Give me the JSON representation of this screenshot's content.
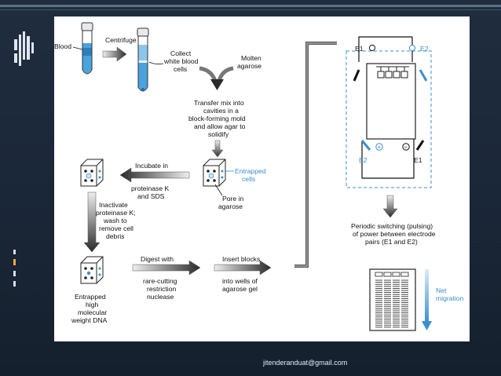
{
  "diagram": {
    "labels": {
      "blood": "Blood",
      "centrifuge": "Centrifuge",
      "collect": [
        "Collect",
        "white blood",
        "cells"
      ],
      "molten": [
        "Molten",
        "agarose"
      ],
      "transfer": [
        "Transfer mix into",
        "cavities in a",
        "block-forming mold",
        "and allow agar to",
        "solidify"
      ],
      "incubate": [
        "Incubate in",
        "proteinase K",
        "and SDS"
      ],
      "entrapped_cells": [
        "Entrapped",
        "cells"
      ],
      "pore": [
        "Pore in",
        "agarose"
      ],
      "inactivate": [
        "Inactivate",
        "proteinase K;",
        "wash to",
        "remove cell",
        "debris"
      ],
      "entrapped_dna": [
        "Entrapped",
        "high",
        "molecular",
        "weight DNA"
      ],
      "digest": [
        "Digest with",
        "rare-cutting",
        "restriction",
        "nuclease"
      ],
      "insert": [
        "Insert blocks",
        "into wells of",
        "agarose gel"
      ],
      "periodic": [
        "Periodic switching (pulsing)",
        "of power between electrode",
        "pairs (E1 and E2)"
      ],
      "net_migration": [
        "Net",
        "migration"
      ],
      "e1": "E1",
      "e2": "E2",
      "plus": "+",
      "minus": "−"
    },
    "colors": {
      "accent_blue": "#3a8fd0",
      "arrow_dark": "#222222",
      "slide_bg": "#1e2a3a"
    }
  },
  "footer": {
    "email": "jitenderanduat@gmail.com"
  }
}
